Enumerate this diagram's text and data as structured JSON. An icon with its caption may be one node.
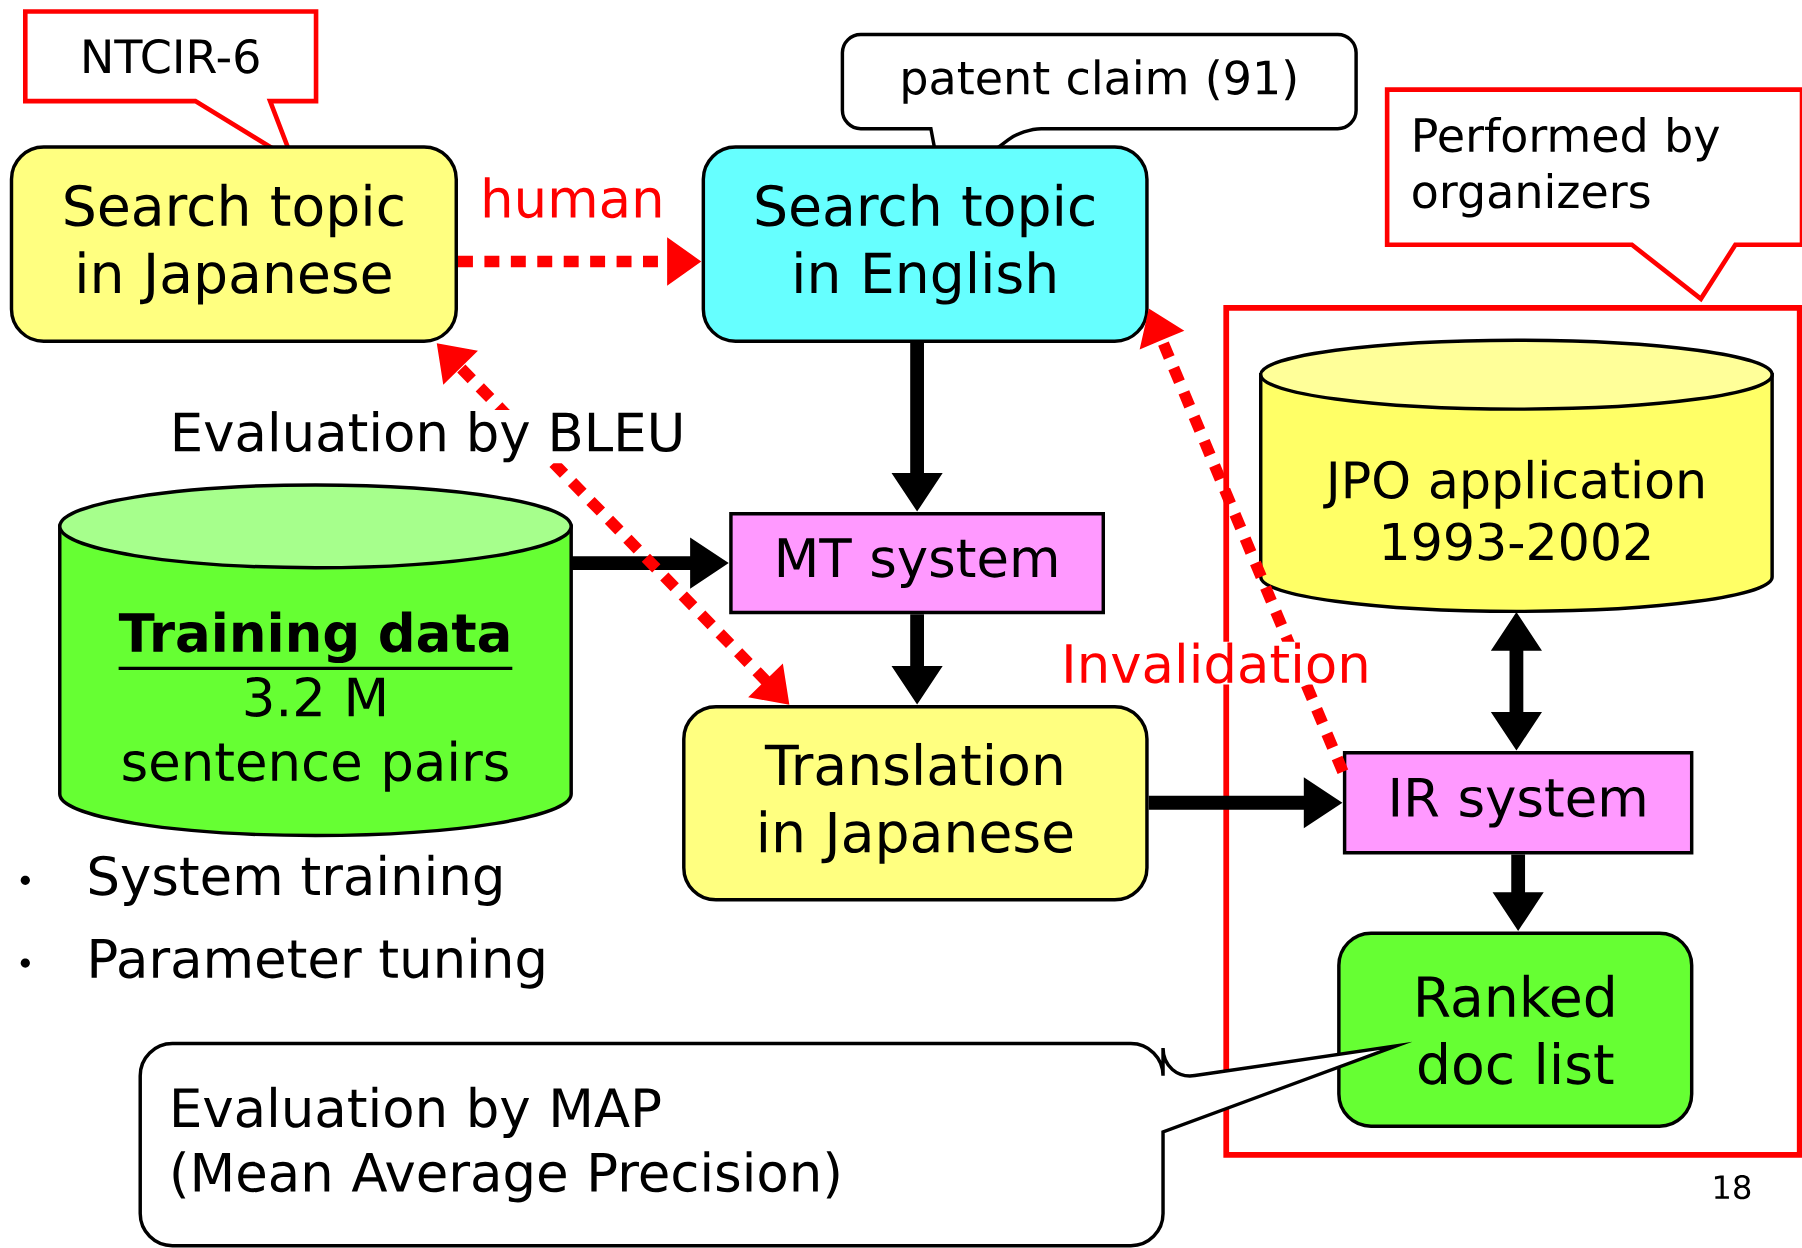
{
  "diagram": {
    "nodes": [
      {
        "text": [
          "NTCIR-6"
        ]
      },
      {
        "text": [
          "Search topic in Japanese"
        ]
      },
      {
        "text": [
          "patent claim (91)"
        ]
      },
      {
        "text": [
          "Search topic in English"
        ]
      },
      {
        "text": [
          "Performed by organizers"
        ]
      },
      {
        "text": [],
        "shape": "box"
      },
      {
        "text": [
          "Training data",
          "3.2 M sentence pairs"
        ]
      },
      {
        "text": [
          "MT system"
        ]
      },
      {
        "text": [
          "JPO application 1993-2002"
        ],
        "in": 5
      },
      {
        "text": [
          "Translation in Japanese"
        ]
      },
      {
        "text": [
          "IR system"
        ],
        "in": 5
      },
      {
        "text": [
          "Ranked doc list"
        ],
        "in": 5
      },
      {
        "text": [
          "Evaluation by MAP",
          "(Mean Average Precision)"
        ]
      }
    ],
    "edges": [
      {
        "from": 1,
        "to": 3,
        "arrow": "to",
        "label": "human",
        "style": "dashed",
        "color": "#ff0000"
      },
      {
        "from": 3,
        "to": 7,
        "arrow": "to"
      },
      {
        "from": 6,
        "to": 7,
        "arrow": "to"
      },
      {
        "from": 7,
        "to": 9,
        "arrow": "to"
      },
      {
        "from": 9,
        "to": 10,
        "arrow": "to"
      },
      {
        "from": 8,
        "to": 10,
        "arrow": "both"
      },
      {
        "from": 10,
        "to": 11,
        "arrow": "to"
      },
      {
        "from": 9,
        "to": 1,
        "arrow": "both",
        "label": "Evaluation by BLEU",
        "style": "dashed",
        "color": "#ff0000"
      },
      {
        "from": 10,
        "to": 3,
        "arrow": "to",
        "label": "Invalidation",
        "style": "dashed",
        "color": "#ff0000"
      }
    ],
    "labels": [
      "System training",
      "Parameter tuning",
      "18"
    ]
  }
}
